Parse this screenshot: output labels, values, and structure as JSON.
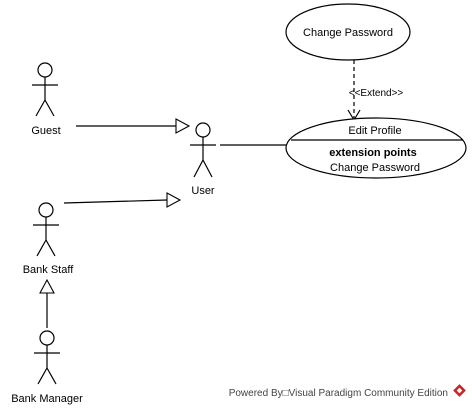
{
  "actors": {
    "guest": "Guest",
    "user": "User",
    "bank_staff": "Bank Staff",
    "bank_manager": "Bank Manager"
  },
  "use_cases": {
    "change_password": "Change Password",
    "edit_profile": {
      "name": "Edit Profile",
      "compartment_title": "extension points",
      "extension_point": "Change Password"
    }
  },
  "relations": {
    "extend_label": "<<Extend>>"
  },
  "watermark": {
    "text": "Powered By□Visual Paradigm Community Edition",
    "logo_color": "#cc2222"
  }
}
